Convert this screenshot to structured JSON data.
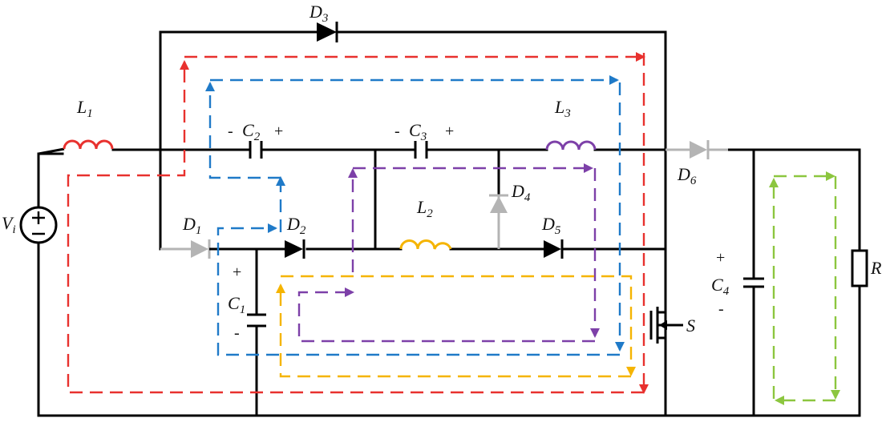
{
  "colors": {
    "wire": "#000000",
    "inactive": "#b4b4b4",
    "red_loop": "#e8312e",
    "blue_loop": "#1f7ac8",
    "purple_loop": "#7d40a8",
    "yellow_loop": "#f5b400",
    "green_loop": "#8cc63f",
    "inductor_L1": "#e8312e",
    "inductor_L2": "#f5b400",
    "inductor_L3": "#7d40a8"
  },
  "labels": {
    "vi": {
      "main": "V",
      "sub": "i"
    },
    "l1": {
      "main": "L",
      "sub": "1"
    },
    "l2": {
      "main": "L",
      "sub": "2"
    },
    "l3": {
      "main": "L",
      "sub": "3"
    },
    "c1": {
      "main": "C",
      "sub": "1",
      "plus": "+",
      "minus": "-"
    },
    "c2": {
      "main": "C",
      "sub": "2",
      "plus": "+",
      "minus": "-"
    },
    "c3": {
      "main": "C",
      "sub": "3",
      "plus": "+",
      "minus": "-"
    },
    "c4": {
      "main": "C",
      "sub": "4",
      "plus": "+",
      "minus": "-"
    },
    "d1": {
      "main": "D",
      "sub": "1"
    },
    "d2": {
      "main": "D",
      "sub": "2"
    },
    "d3": {
      "main": "D",
      "sub": "3"
    },
    "d4": {
      "main": "D",
      "sub": "4"
    },
    "d5": {
      "main": "D",
      "sub": "5"
    },
    "d6": {
      "main": "D",
      "sub": "6"
    },
    "s": "S",
    "r": "R"
  }
}
